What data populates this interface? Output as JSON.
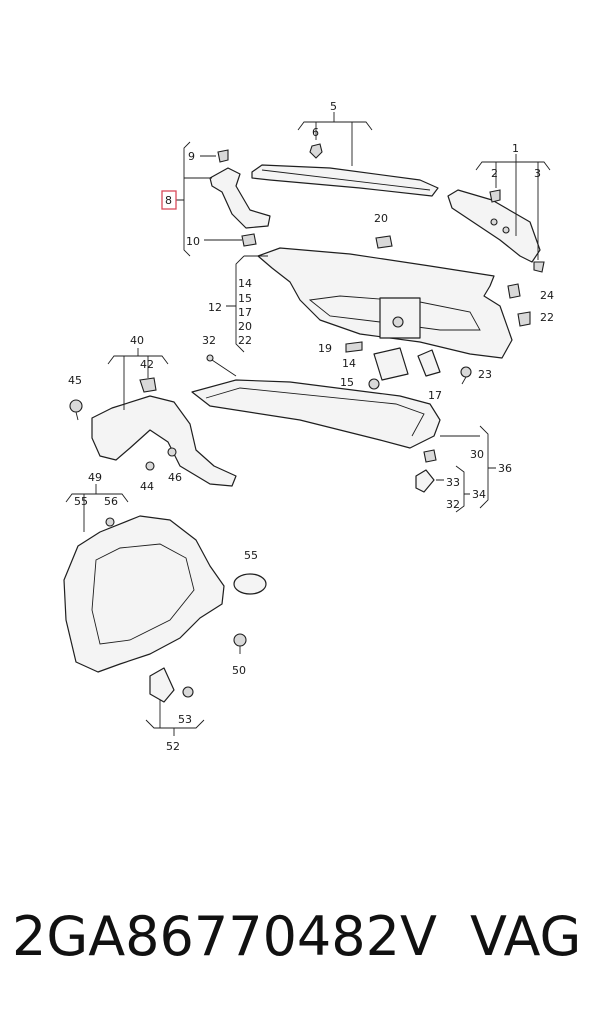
{
  "diagram": {
    "callouts": [
      {
        "id": "1",
        "label": "1"
      },
      {
        "id": "2",
        "label": "2"
      },
      {
        "id": "3",
        "label": "3"
      },
      {
        "id": "5",
        "label": "5"
      },
      {
        "id": "6",
        "label": "6"
      },
      {
        "id": "8",
        "label": "8"
      },
      {
        "id": "9",
        "label": "9"
      },
      {
        "id": "10",
        "label": "10"
      },
      {
        "id": "20a",
        "label": "20"
      },
      {
        "id": "12",
        "label": "12"
      },
      {
        "id": "14a",
        "label": "14"
      },
      {
        "id": "15a",
        "label": "15"
      },
      {
        "id": "17a",
        "label": "17"
      },
      {
        "id": "20b",
        "label": "20"
      },
      {
        "id": "22a",
        "label": "22"
      },
      {
        "id": "24",
        "label": "24"
      },
      {
        "id": "22b",
        "label": "22"
      },
      {
        "id": "32a",
        "label": "32"
      },
      {
        "id": "19",
        "label": "19"
      },
      {
        "id": "14b",
        "label": "14"
      },
      {
        "id": "15b",
        "label": "15"
      },
      {
        "id": "17b",
        "label": "17"
      },
      {
        "id": "23",
        "label": "23"
      },
      {
        "id": "40",
        "label": "40"
      },
      {
        "id": "42",
        "label": "42"
      },
      {
        "id": "45",
        "label": "45"
      },
      {
        "id": "44",
        "label": "44"
      },
      {
        "id": "46",
        "label": "46"
      },
      {
        "id": "30",
        "label": "30"
      },
      {
        "id": "36",
        "label": "36"
      },
      {
        "id": "33",
        "label": "33"
      },
      {
        "id": "34",
        "label": "34"
      },
      {
        "id": "32b",
        "label": "32"
      },
      {
        "id": "49",
        "label": "49"
      },
      {
        "id": "55a",
        "label": "55"
      },
      {
        "id": "56",
        "label": "56"
      },
      {
        "id": "55b",
        "label": "55"
      },
      {
        "id": "50",
        "label": "50"
      },
      {
        "id": "53",
        "label": "53"
      },
      {
        "id": "52",
        "label": "52"
      }
    ],
    "highlight_color": "#d94a5a"
  },
  "footer": {
    "part_number": "2GA86770482V",
    "brand": "VAG"
  }
}
